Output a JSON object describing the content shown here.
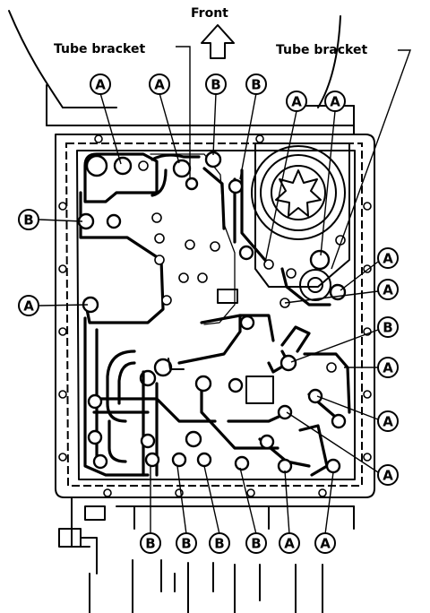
{
  "labels": {
    "front": "Front",
    "tube_bracket_left": "Tube bracket",
    "tube_bracket_right": "Tube bracket"
  },
  "callouts": [
    {
      "id": "a1",
      "letter": "A"
    },
    {
      "id": "a2",
      "letter": "A"
    },
    {
      "id": "b1",
      "letter": "B"
    },
    {
      "id": "b2",
      "letter": "B"
    },
    {
      "id": "a3",
      "letter": "A"
    },
    {
      "id": "a4",
      "letter": "A"
    },
    {
      "id": "b3",
      "letter": "B"
    },
    {
      "id": "a5",
      "letter": "A"
    },
    {
      "id": "a6",
      "letter": "A"
    },
    {
      "id": "a7",
      "letter": "A"
    },
    {
      "id": "b4",
      "letter": "B"
    },
    {
      "id": "a8",
      "letter": "A"
    },
    {
      "id": "a9",
      "letter": "A"
    },
    {
      "id": "a10",
      "letter": "A"
    },
    {
      "id": "b5",
      "letter": "B"
    },
    {
      "id": "b6",
      "letter": "B"
    },
    {
      "id": "b7",
      "letter": "B"
    },
    {
      "id": "b8",
      "letter": "B"
    },
    {
      "id": "a11",
      "letter": "A"
    },
    {
      "id": "a12",
      "letter": "A"
    }
  ]
}
